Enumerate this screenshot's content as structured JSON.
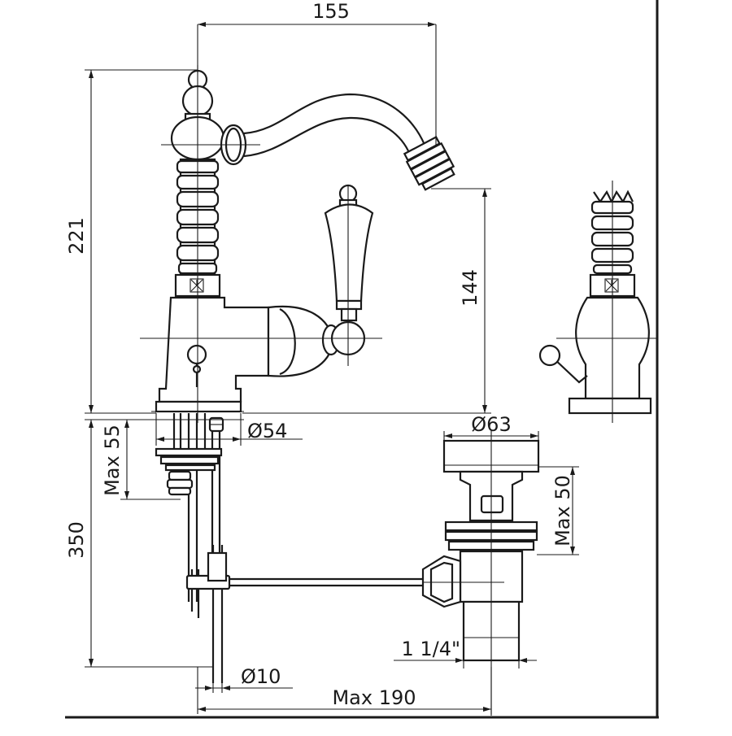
{
  "dimensions": {
    "spout_reach": "155",
    "total_height": "221",
    "spout_height": "144",
    "base_diameter": "Ø54",
    "max_thickness": "Max 55",
    "rod_length": "350",
    "waste_diameter": "Ø63",
    "waste_max_height": "Max 50",
    "waste_thread": "1 1/4\"",
    "rod_diameter": "Ø10",
    "max_reach": "Max 190"
  },
  "colors": {
    "line": "#1a1a1a",
    "background": "#ffffff"
  }
}
